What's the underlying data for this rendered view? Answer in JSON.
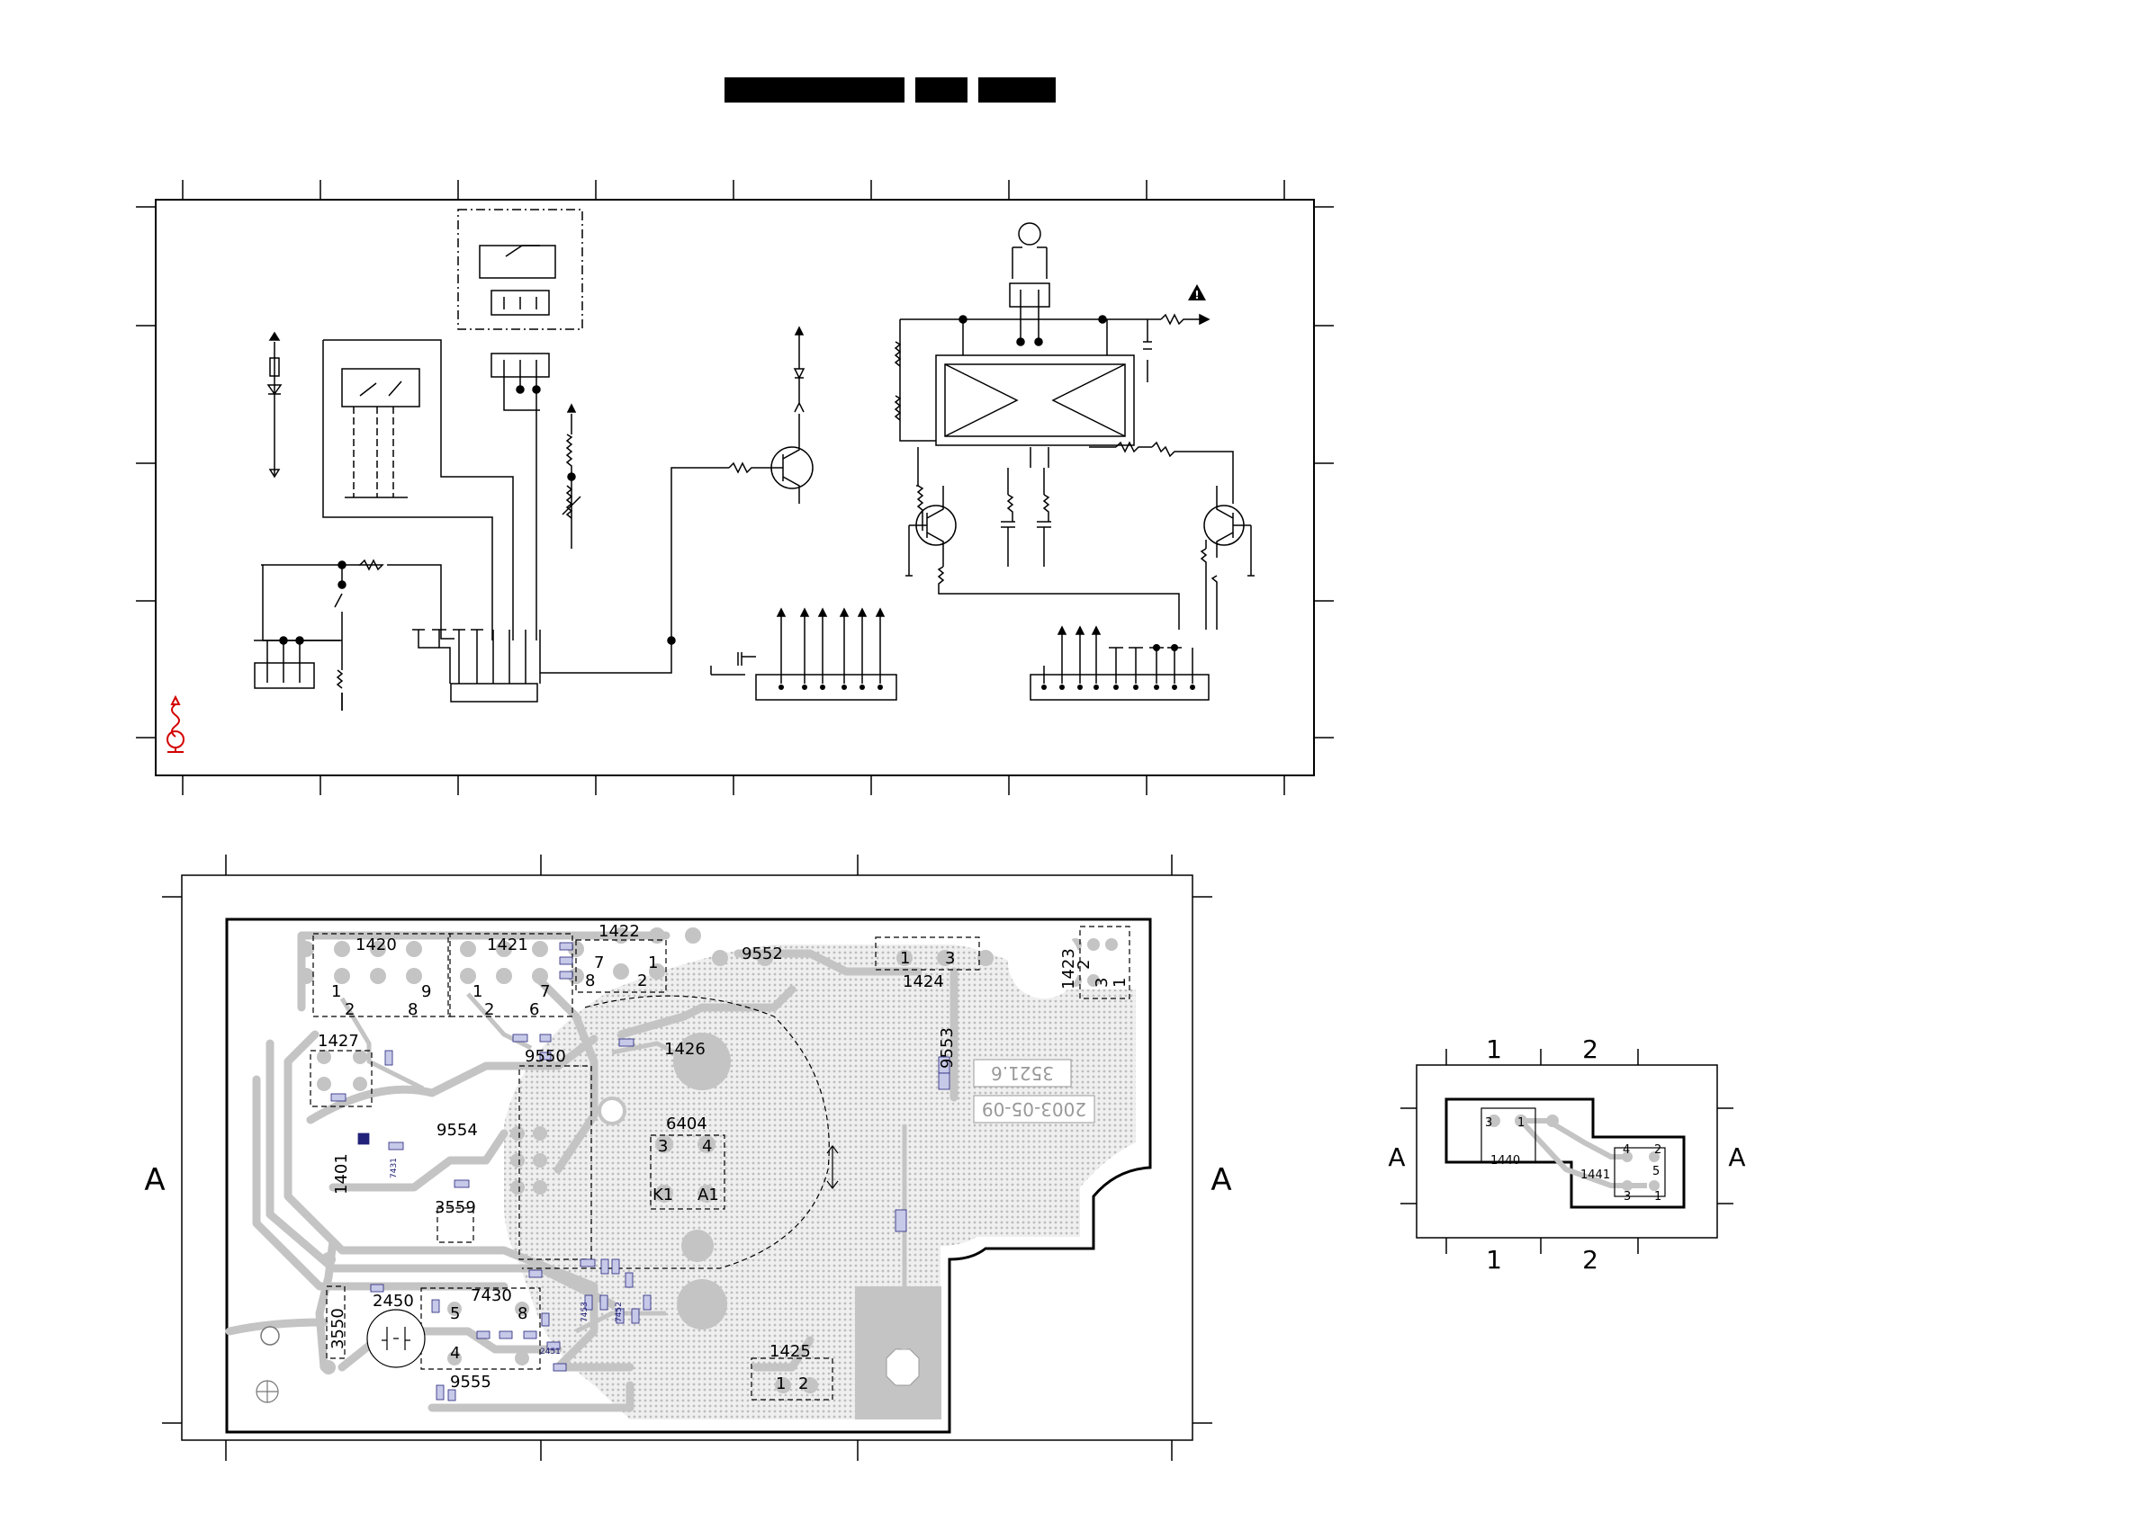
{
  "title_blocks": [
    "",
    "",
    ""
  ],
  "colors": {
    "ink": "#000000",
    "copper": "#c4c4c4",
    "hatch": "#d9d9d9",
    "smd_pad": "#c7c9e8",
    "smd_text": "#22227a",
    "esd_mark": "#d40000"
  },
  "icons": [
    "warning-triangle-icon",
    "esd-sensitive-icon",
    "led-icon",
    "transistor-icon",
    "opamp-icon",
    "lamp-icon"
  ],
  "pcb": {
    "edge_marks": {
      "left": "A",
      "right": "A"
    },
    "components": [
      {
        "ref": "1420",
        "pins": [
          "1",
          "9",
          "2",
          "8"
        ]
      },
      {
        "ref": "1421",
        "pins": [
          "1",
          "7",
          "2",
          "6"
        ]
      },
      {
        "ref": "1422",
        "pins": [
          "7",
          "1",
          "8",
          "2"
        ]
      },
      {
        "ref": "9552"
      },
      {
        "ref": "1424",
        "pins": [
          "1",
          "3"
        ]
      },
      {
        "ref": "1423",
        "pins": [
          "2",
          "3",
          "1"
        ]
      },
      {
        "ref": "1427"
      },
      {
        "ref": "9550"
      },
      {
        "ref": "1426"
      },
      {
        "ref": "9553"
      },
      {
        "ref": "6404",
        "pins": [
          "3",
          "4",
          "K1",
          "A1"
        ]
      },
      {
        "ref": "9554"
      },
      {
        "ref": "1401"
      },
      {
        "ref": "3559"
      },
      {
        "ref": "2450"
      },
      {
        "ref": "7430",
        "pins": [
          "5",
          "8",
          "4"
        ]
      },
      {
        "ref": "3550"
      },
      {
        "ref": "9555"
      },
      {
        "ref": "1425",
        "pins": [
          "1",
          "2"
        ]
      }
    ],
    "board_code": "3521.6",
    "date_code": "2003-05-09",
    "smd_small": [
      "7431",
      "7453",
      "7452",
      "2451"
    ]
  },
  "mini_pcb": {
    "grid_top": [
      "1",
      "2"
    ],
    "grid_bottom": [
      "1",
      "2"
    ],
    "grid_left": "A",
    "grid_right": "A",
    "components": [
      {
        "ref": "1440",
        "pins": [
          "3",
          "1"
        ]
      },
      {
        "ref": "1441",
        "pins": [
          "4",
          "2",
          "5",
          "3",
          "1"
        ]
      }
    ]
  }
}
